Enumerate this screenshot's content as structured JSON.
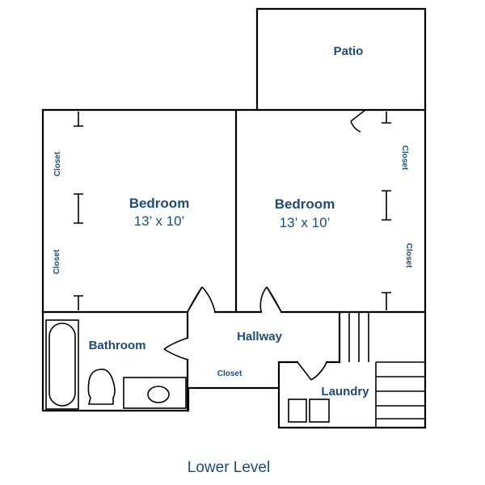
{
  "diagram": {
    "title": "Lower Level",
    "rooms": {
      "patio": "Patio",
      "bedroom_left": {
        "name": "Bedroom",
        "size": "13’ x 10’"
      },
      "bedroom_right": {
        "name": "Bedroom",
        "size": "13’ x 10’"
      },
      "bathroom": "Bathroom",
      "hallway": "Hallway",
      "laundry": "Laundry"
    },
    "closets": {
      "left_upper": "Closet",
      "left_lower": "Closet",
      "right_upper": "Closet",
      "right_lower": "Closet",
      "hallway": "Closet"
    }
  }
}
